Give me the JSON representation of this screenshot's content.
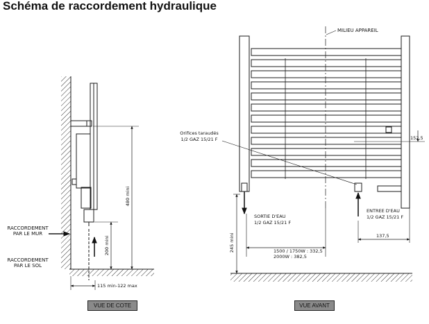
{
  "title": "Schéma de raccordement hydraulique",
  "side_view": {
    "caption": "VUE DE COTE",
    "wall_connection": [
      "RACCORDEMENT",
      "PAR LE MUR"
    ],
    "floor_connection": [
      "RACCORDEMENT",
      "PAR LE SOL"
    ],
    "dim_height": "480 mini",
    "dim_floor": "200 mini",
    "dim_depth": "115 min-122 max"
  },
  "front_view": {
    "caption": "VUE AVANT",
    "center_label": "MILIEU APPAREIL",
    "threaded_holes": [
      "Orifices taraudés",
      "1/2 GAZ 15/21 F"
    ],
    "water_outlet": [
      "SORTIE D'EAU",
      "1/2 GAZ 15/21 F"
    ],
    "water_inlet": [
      "ENTREE D'EAU",
      "1/2 GAZ 15/21 F"
    ],
    "dim_offset": "152,5",
    "dim_inlet": "137,5",
    "dim_floor": "245 mini",
    "dim_width": [
      "1500 / 1750W : 332,5",
      "2000W : 382,5"
    ]
  },
  "colors": {
    "line": "#1a1a1a",
    "caption_bg": "#8a8a8a"
  }
}
